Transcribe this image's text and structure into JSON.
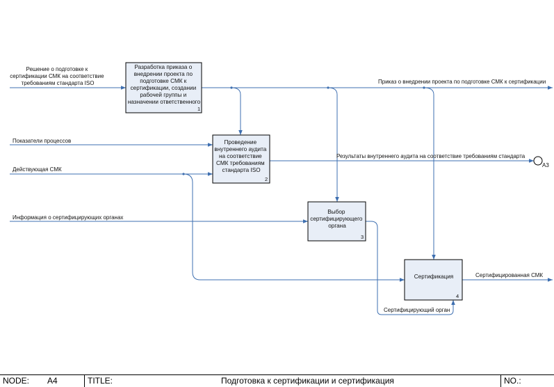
{
  "boxes": [
    {
      "id": "1",
      "lines": [
        "Разработка приказа о",
        "внедрении проекта по",
        "подготовке СМК к",
        "сертификации, создании",
        "рабочей группы и",
        "назначении ответственного"
      ]
    },
    {
      "id": "2",
      "lines": [
        "Проведение",
        "внутреннего аудита",
        "на соответствие",
        "СМК требованиям",
        "стандарта ISO"
      ]
    },
    {
      "id": "3",
      "lines": [
        "Выбор",
        "сертифицирующего",
        "органа"
      ]
    },
    {
      "id": "4",
      "lines": [
        "Сертификация"
      ]
    }
  ],
  "arrows": {
    "decision": [
      "Решение о подготовке к",
      "сертификации СМК на соответствие",
      "требованиям стандарта ISO"
    ],
    "indicators": "Показатели процессов",
    "current_qms": "Действующая СМК",
    "cert_bodies_info": "Информация о сертифицирующих органах",
    "order": "Приказ о внедрении проекта по подготовке СМК к сертификации",
    "audit_results": "Результаты внутреннего аудита на соответствие требованиям стандарта",
    "cert_body": "Сертифицирующий орган",
    "certified_qms": "Сертифицированная СМК"
  },
  "offpage_ref": "A3",
  "footer": {
    "node_label": "NODE:",
    "node_value": "A4",
    "title_label": "TITLE:",
    "title_value": "Подготовка к сертификации и сертификация",
    "no_label": "NO.:"
  },
  "colors": {
    "arrow": "#3e6fb0",
    "box_fill": "#e8eef7",
    "box_border": "#000000"
  }
}
